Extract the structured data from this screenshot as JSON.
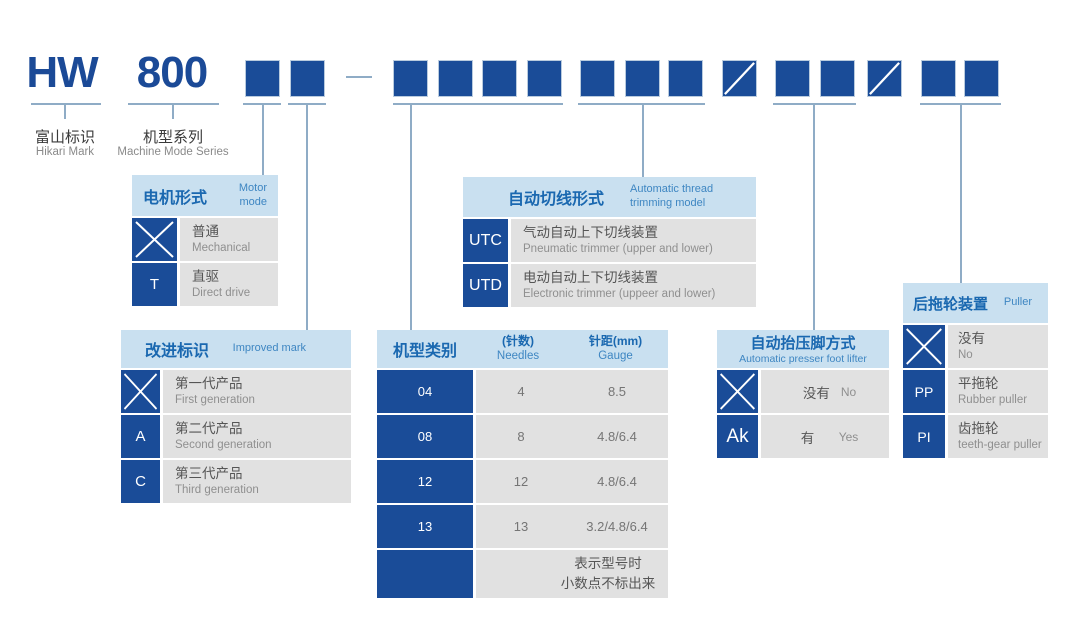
{
  "colors": {
    "primary_navy": "#1A4C98",
    "table_header_bg": "#C9E0F0",
    "table_cell_bg": "#E1E1E1",
    "title_blue": "#1A68B0",
    "header_en_blue": "#3E86C2",
    "connector_line": "#8FACC6",
    "big_code_blue": "#1B4A97"
  },
  "prefix": {
    "mark_code": "HW",
    "mark_label_zh": "富山标识",
    "mark_label_en": "Hikari Mark",
    "series_code": "800",
    "series_label_zh": "机型系列",
    "series_label_en": "Machine Mode Series"
  },
  "code_boxes": {
    "total": 15,
    "slash_box_positions_1based": [
      10,
      13
    ]
  },
  "motor": {
    "title_zh": "电机形式",
    "title_en": "Motor mode",
    "rows": [
      {
        "code": "X",
        "zh": "普通",
        "en": "Mechanical"
      },
      {
        "code": "T",
        "zh": "直驱",
        "en": "Direct drive"
      }
    ]
  },
  "improved": {
    "title_zh": "改进标识",
    "title_en": "Improved mark",
    "rows": [
      {
        "code": "X",
        "zh": "第一代产品",
        "en": "First generation"
      },
      {
        "code": "A",
        "zh": "第二代产品",
        "en": "Second generation"
      },
      {
        "code": "C",
        "zh": "第三代产品",
        "en": "Third generation"
      }
    ]
  },
  "model": {
    "title_zh": "机型类别",
    "needles_header_zh": "(针数)",
    "needles_header_en": "Needles",
    "gauge_header_zh": "针距(mm)",
    "gauge_header_en": "Gauge",
    "rows": [
      {
        "code": "04",
        "needles": "4",
        "gauge": "8.5"
      },
      {
        "code": "08",
        "needles": "8",
        "gauge": "4.8/6.4"
      },
      {
        "code": "12",
        "needles": "12",
        "gauge": "4.8/6.4"
      },
      {
        "code": "13",
        "needles": "13",
        "gauge": "3.2/4.8/6.4"
      }
    ],
    "note_line1": "表示型号时",
    "note_line2": "小数点不标出来"
  },
  "trimming": {
    "title_zh": "自动切线形式",
    "title_en": "Automatic thread trimming model",
    "rows": [
      {
        "code": "UTC",
        "zh": "气动自动上下切线装置",
        "en": "Pneumatic trimmer (upper and lower)"
      },
      {
        "code": "UTD",
        "zh": "电动自动上下切线装置",
        "en": "Electronic trimmer (uppeer and lower)"
      }
    ]
  },
  "presser": {
    "title_zh": "自动抬压脚方式",
    "title_en": "Automatic presser foot lifter",
    "rows": [
      {
        "code": "X",
        "zh": "没有",
        "en": "No"
      },
      {
        "code": "Ak",
        "zh": "有",
        "en": "Yes"
      }
    ]
  },
  "puller": {
    "title_zh": "后拖轮装置",
    "title_en": "Puller",
    "rows": [
      {
        "code": "X",
        "zh": "没有",
        "en": "No"
      },
      {
        "code": "PP",
        "zh": "平拖轮",
        "en": "Rubber puller"
      },
      {
        "code": "PI",
        "zh": "齿拖轮",
        "en": "teeth-gear puller"
      }
    ]
  }
}
